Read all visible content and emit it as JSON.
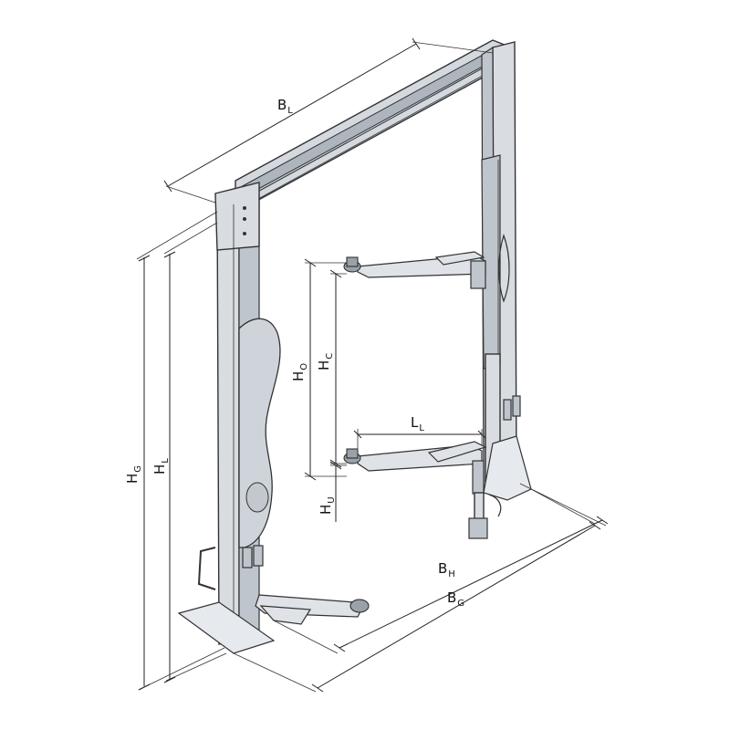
{
  "labels": {
    "bl": {
      "main": "B",
      "sub": "L"
    },
    "hg": {
      "main": "H",
      "sub": "G"
    },
    "hl": {
      "main": "H",
      "sub": "L"
    },
    "ho": {
      "main": "H",
      "sub": "O"
    },
    "hc": {
      "main": "H",
      "sub": "C"
    },
    "hu": {
      "main": "H",
      "sub": "U"
    },
    "ll": {
      "main": "L",
      "sub": "L"
    },
    "bh": {
      "main": "B",
      "sub": "H"
    },
    "bg": {
      "main": "B",
      "sub": "G"
    }
  }
}
